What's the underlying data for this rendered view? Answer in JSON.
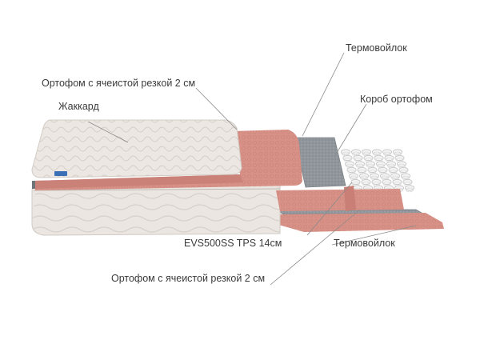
{
  "labels": {
    "termovoilok_top": "Термовойлок",
    "ortofom_top": "Ортофом с ячеистой резкой 2 см",
    "korob": "Короб ортофом",
    "zhakkard": "Жаккард",
    "springs": "EVS500SS TPS 14см",
    "termovoilok_bottom": "Термовойлок",
    "ortofom_bottom": "Ортофом с ячеистой резкой 2 см"
  },
  "colors": {
    "jacquard": "#e9e4df",
    "foam_pink": "#d89187",
    "felt_gray": "#8f959a",
    "leader_line": "#8a8a8a"
  }
}
